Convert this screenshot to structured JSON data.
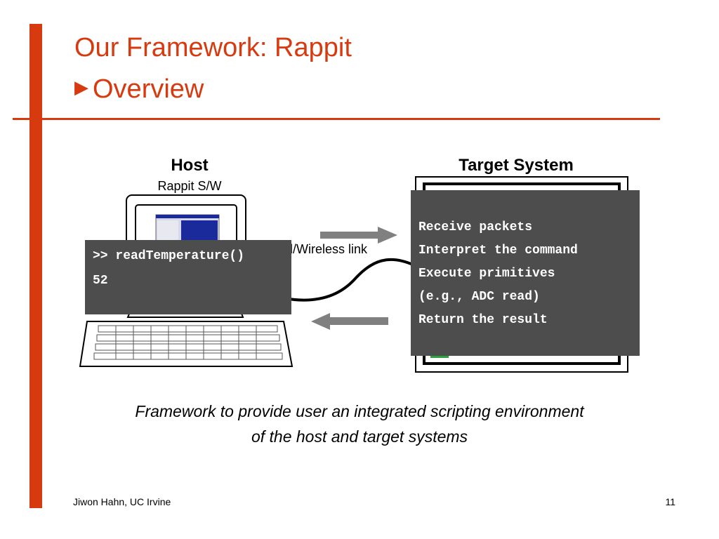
{
  "slide": {
    "title": "Our Framework: Rappit",
    "subtitle": "Overview",
    "bullet_glyph": "▶"
  },
  "diagram": {
    "host_label": "Host",
    "host_sublabel": "Rappit S/W",
    "target_label": "Target System",
    "link_label": "Wired/Wireless link",
    "host_console": [
      "&gt;&gt; readTemperature()",
      "52"
    ],
    "target_console": [
      "Receive packets",
      "Interpret the command",
      "Execute primitives",
      "(e.g., ADC read)",
      "Return the result"
    ]
  },
  "caption": {
    "line1": "Framework to provide user an integrated scripting environment",
    "line2": "of the host and target systems"
  },
  "footer": {
    "author": "Jiwon Hahn, UC Irvine",
    "page_number": "11"
  },
  "colors": {
    "accent": "#d83a10",
    "console_bg": "#4d4d4d",
    "arrow": "#808080",
    "board_green": "#2e9e3e"
  }
}
